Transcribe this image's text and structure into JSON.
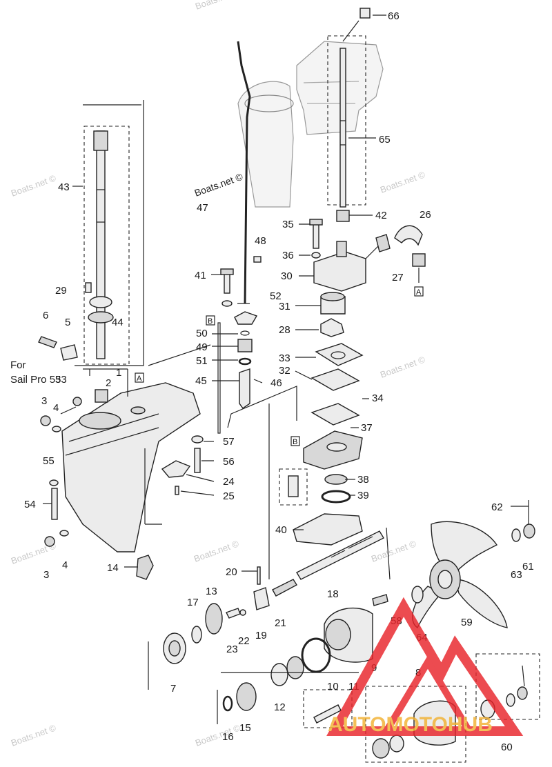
{
  "callouts": {
    "p1": "1",
    "p2": "2",
    "p3a": "3",
    "p3b": "3",
    "p4a": "4",
    "p4b": "4",
    "p5": "5",
    "p6": "6",
    "p7": "7",
    "p8": "8",
    "p9": "9",
    "p10": "10",
    "p11": "11",
    "p12": "12",
    "p13": "13",
    "p14": "14",
    "p15": "15",
    "p16": "16",
    "p17": "17",
    "p18": "18",
    "p19": "19",
    "p20": "20",
    "p21": "21",
    "p22": "22",
    "p23": "23",
    "p24": "24",
    "p25": "25",
    "p26": "26",
    "p27": "27",
    "p28": "28",
    "p29": "29",
    "p30": "30",
    "p31": "31",
    "p32": "32",
    "p33": "33",
    "p34": "34",
    "p35": "35",
    "p36": "36",
    "p37": "37",
    "p38": "38",
    "p39": "39",
    "p40": "40",
    "p41": "41",
    "p42": "42",
    "p43": "43",
    "p44": "44",
    "p45": "45",
    "p46": "46",
    "p47": "47",
    "p48": "48",
    "p49": "49",
    "p50": "50",
    "p51": "51",
    "p52": "52",
    "p53": "53",
    "p54": "54",
    "p55": "55",
    "p56": "56",
    "p57": "57",
    "p58": "58",
    "p59": "59",
    "p60": "60",
    "p61": "61",
    "p62": "62",
    "p63": "63",
    "p64": "64",
    "p65": "65",
    "p66": "66"
  },
  "note": {
    "line1": "For",
    "line2": "Sail Pro 53"
  },
  "box_letters": {
    "a1": "A",
    "a2": "A",
    "b1": "B",
    "b2": "B"
  },
  "watermarks": {
    "top": "Boats.net ©",
    "left_upper": "Boats.net ©",
    "center_label": "Boats.net ©",
    "right_upper": "Boats.net ©",
    "right_mid": "Boats.net ©",
    "right_low": "Boats.net ©",
    "left_low": "Boats.net ©",
    "mid_low": "Boats.net ©",
    "bottom_left": "Boats.net ©",
    "bottom_mid": "Boats.net ©"
  },
  "brand": {
    "logo_text": "AUTOMOTOHUB",
    "colors": {
      "triangle": "#e8242a",
      "text": "#f2b233"
    }
  }
}
